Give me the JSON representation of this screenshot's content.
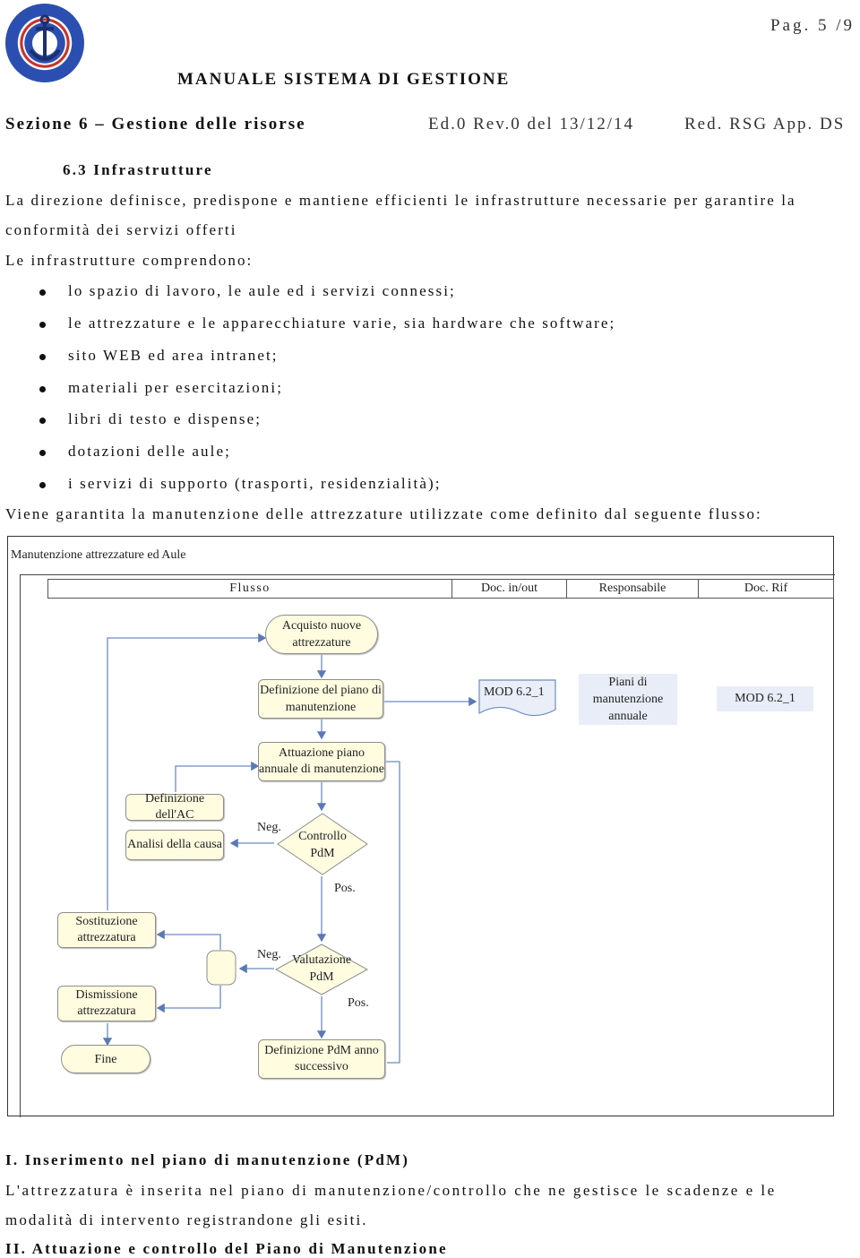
{
  "header": {
    "page": "Pag. 5 /9",
    "title": "MANUALE SISTEMA DI GESTIONE",
    "section": "Sezione 6 – Gestione delle risorse",
    "edition": "Ed.0 Rev.0 del 13/12/14",
    "red": "Red. RSG App. DS"
  },
  "body": {
    "heading": "6.3 Infrastrutture",
    "para1_line1": "La direzione definisce, predispone e mantiene efficienti le infrastrutture necessarie per garantire la",
    "para1_line2": "conformità dei servizi offerti",
    "para2": "Le infrastrutture comprendono:",
    "bullets": [
      "lo spazio di lavoro, le aule ed i servizi connessi;",
      "le attrezzature e le apparecchiature varie, sia hardware che software;",
      "sito WEB ed area intranet;",
      "materiali per esercitazioni;",
      "libri di testo e dispense;",
      "dotazioni delle aule;",
      "i servizi di supporto (trasporti, residenzialità);"
    ],
    "para3": "Viene garantita la manutenzione delle attrezzature utilizzate come definito dal seguente flusso:"
  },
  "flow": {
    "title": "Manutenzione attrezzature ed Aule",
    "columns": [
      "Flusso",
      "Doc. in/out",
      "Responsabile",
      "Doc. Rif"
    ],
    "acquisto": "Acquisto nuove attrezzature",
    "definizione_piano": "Definizione del piano di manutenzione",
    "doc_mod1": "MOD 6.2_1",
    "responsabile_piani": "Piani di manutenzione annuale",
    "doc_mod2": "MOD 6.2_1",
    "attuazione": "Attuazione piano annuale di manutenzione",
    "definizione_ac": "Definizione dell'AC",
    "analisi": "Analisi della causa",
    "neg1": "Neg.",
    "controllo": "Controllo PdM",
    "pos1": "Pos.",
    "sostituzione": "Sostituzione attrezzatura",
    "dismissione": "Dismissione attrezzatura",
    "neg2": "Neg.",
    "valutazione": "Valutazione PdM",
    "pos2": "Pos.",
    "fine": "Fine",
    "definizione_pdm": "Definizione PdM anno successivo"
  },
  "sections": {
    "s1_title": "I. Inserimento nel piano di manutenzione (PdM)",
    "s1_line1": "L'attrezzatura è inserita nel piano di manutenzione/controllo che ne gestisce le scadenze e le",
    "s1_line2": "modalità di intervento registrandone gli esiti.",
    "s2_title": "II. Attuazione e controllo del Piano di Manutenzione"
  }
}
